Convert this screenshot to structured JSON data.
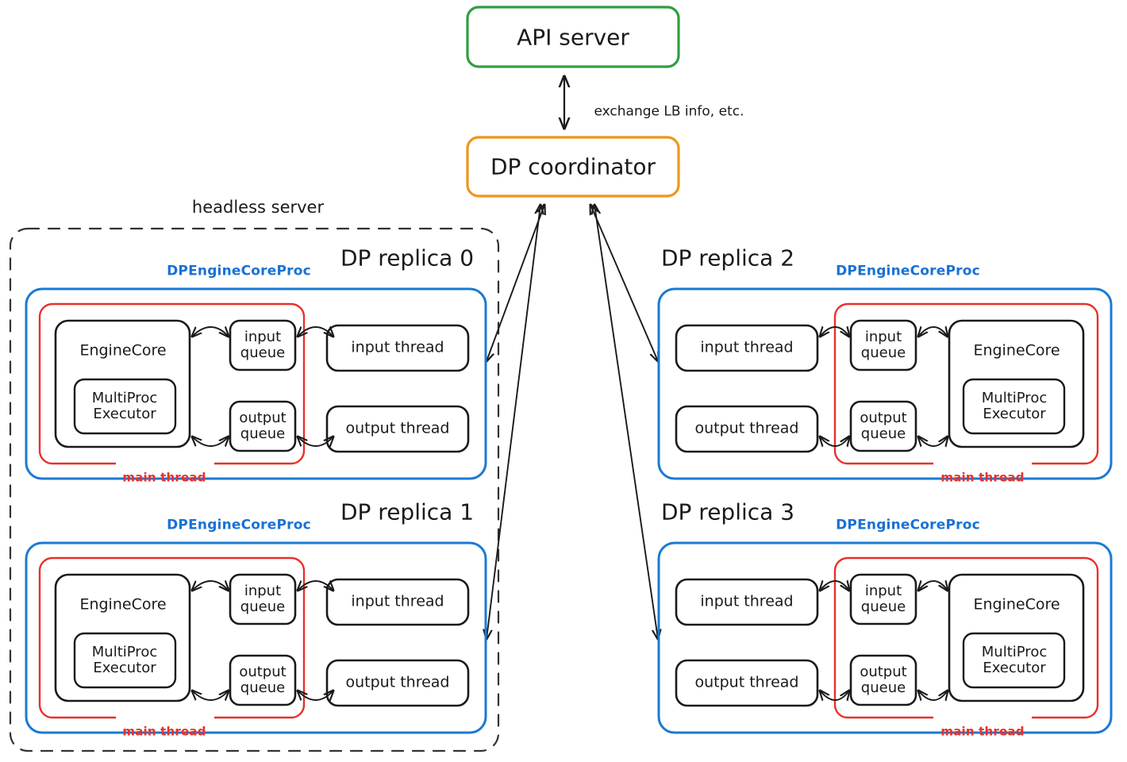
{
  "diagram": {
    "title_note": "headless server",
    "edge_label": "exchange LB info, etc.",
    "colors": {
      "green": "#2f9e41",
      "orange": "#f0951a",
      "blue": "#1a7ad4",
      "red": "#e8302a",
      "black": "#1a1a1a",
      "dashed": "#333333"
    }
  },
  "top": {
    "api_server": "API server",
    "dp_coordinator": "DP coordinator"
  },
  "labels": {
    "proc": "DPEngineCoreProc",
    "main_thread": "main thread",
    "engine_core": "EngineCore",
    "multiproc_executor": "MultiProc\nExecutor",
    "input_queue": "input\nqueue",
    "output_queue": "output\nqueue",
    "input_thread": "input thread",
    "output_thread": "output thread"
  },
  "replicas": [
    {
      "id": 0,
      "title": "DP replica 0",
      "side": "left",
      "headless": true
    },
    {
      "id": 1,
      "title": "DP replica 1",
      "side": "left",
      "headless": true
    },
    {
      "id": 2,
      "title": "DP replica 2",
      "side": "right",
      "headless": false
    },
    {
      "id": 3,
      "title": "DP replica 3",
      "side": "right",
      "headless": false
    }
  ]
}
